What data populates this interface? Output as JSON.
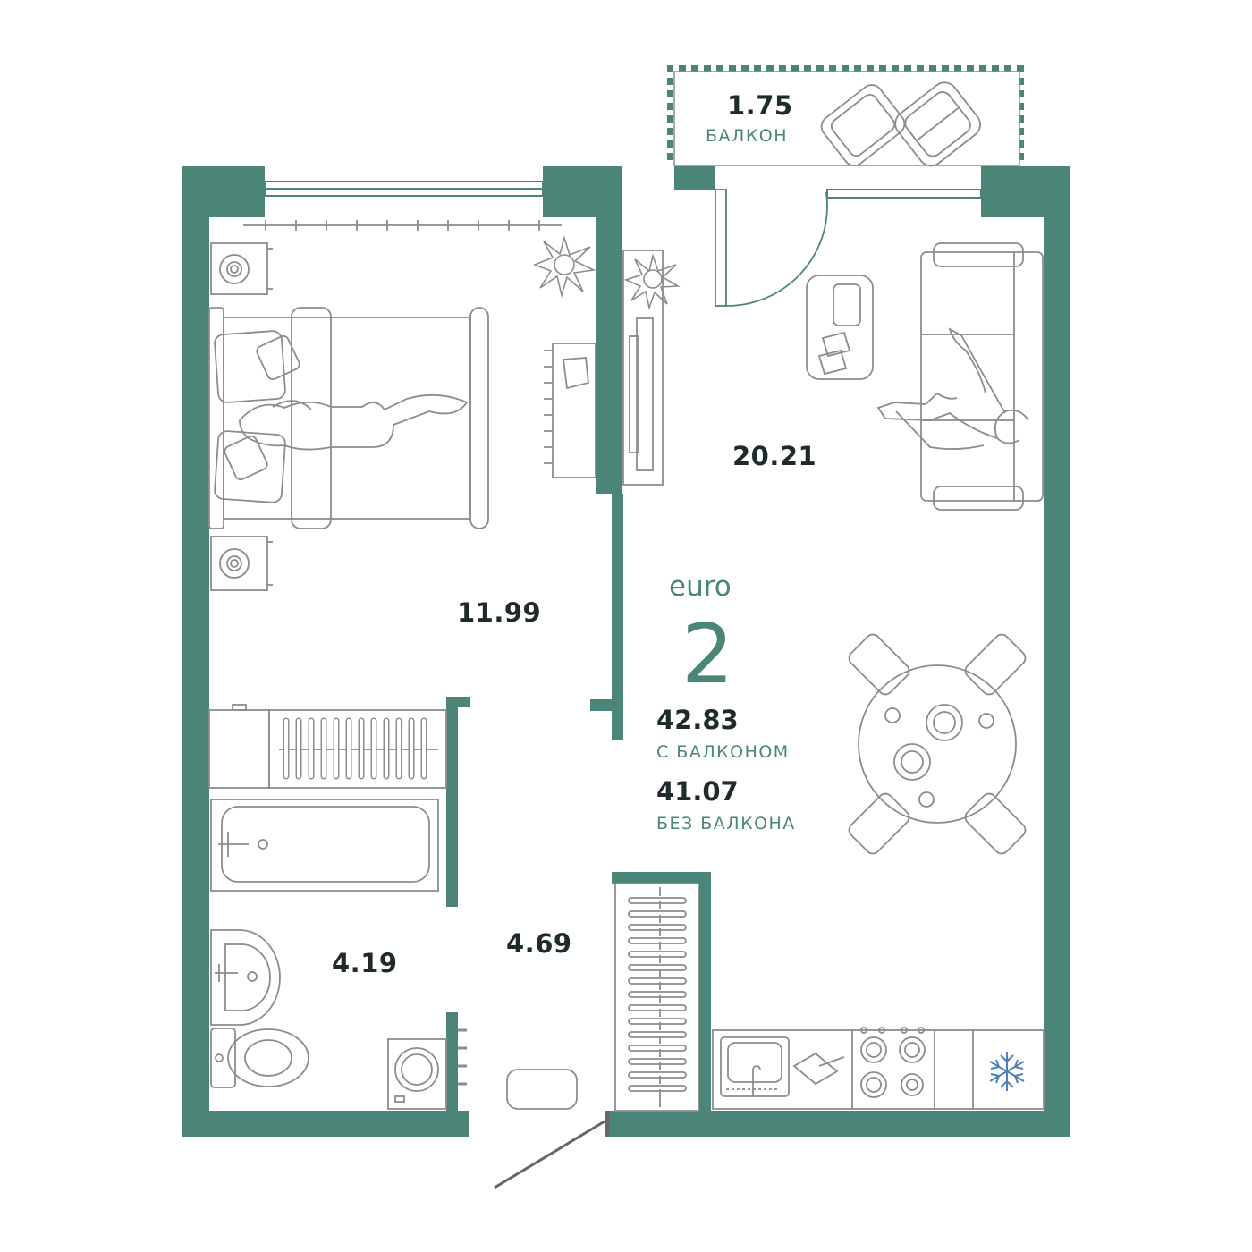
{
  "colors": {
    "wall": "#4a8578",
    "furniture_stroke": "#8c8c8c",
    "text_dark": "#1f2a2a",
    "accent_text": "#4a8578",
    "freezer_icon": "#4f7fb8"
  },
  "rooms": {
    "balcony": {
      "area": "1.75",
      "label": "БАЛКОН"
    },
    "living_kitchen": {
      "area": "20.21"
    },
    "bedroom": {
      "area": "11.99"
    },
    "bathroom": {
      "area": "4.19"
    },
    "hallway": {
      "area": "4.69"
    }
  },
  "apartment": {
    "type_prefix": "euro",
    "rooms_count": "2",
    "total_with_balcony": "42.83",
    "with_balcony_label": "С БАЛКОНОМ",
    "total_without_balcony": "41.07",
    "without_balcony_label": "БЕЗ БАЛКОНА"
  },
  "icons": [
    "snowflake-icon",
    "plant-icon",
    "washing-machine-icon",
    "toilet-icon",
    "sink-icon",
    "bathtub-icon",
    "stove-icon",
    "bed-icon",
    "sofa-icon",
    "dining-table-icon",
    "tv-icon"
  ]
}
